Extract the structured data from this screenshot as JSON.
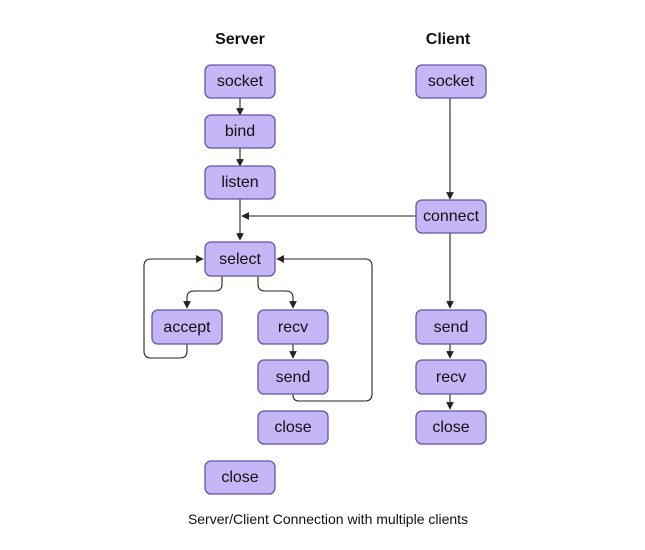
{
  "headers": {
    "server": "Server",
    "client": "Client"
  },
  "nodes": {
    "server_socket": "socket",
    "server_bind": "bind",
    "server_listen": "listen",
    "server_select": "select",
    "server_accept": "accept",
    "server_recv": "recv",
    "server_send": "send",
    "server_close_conn": "close",
    "server_close": "close",
    "client_socket": "socket",
    "client_connect": "connect",
    "client_send": "send",
    "client_recv": "recv",
    "client_close": "close"
  },
  "caption": "Server/Client Connection with multiple clients",
  "colors": {
    "node_fill": "#c5b6f5",
    "node_stroke": "#6a51a8",
    "edge": "#222222"
  }
}
